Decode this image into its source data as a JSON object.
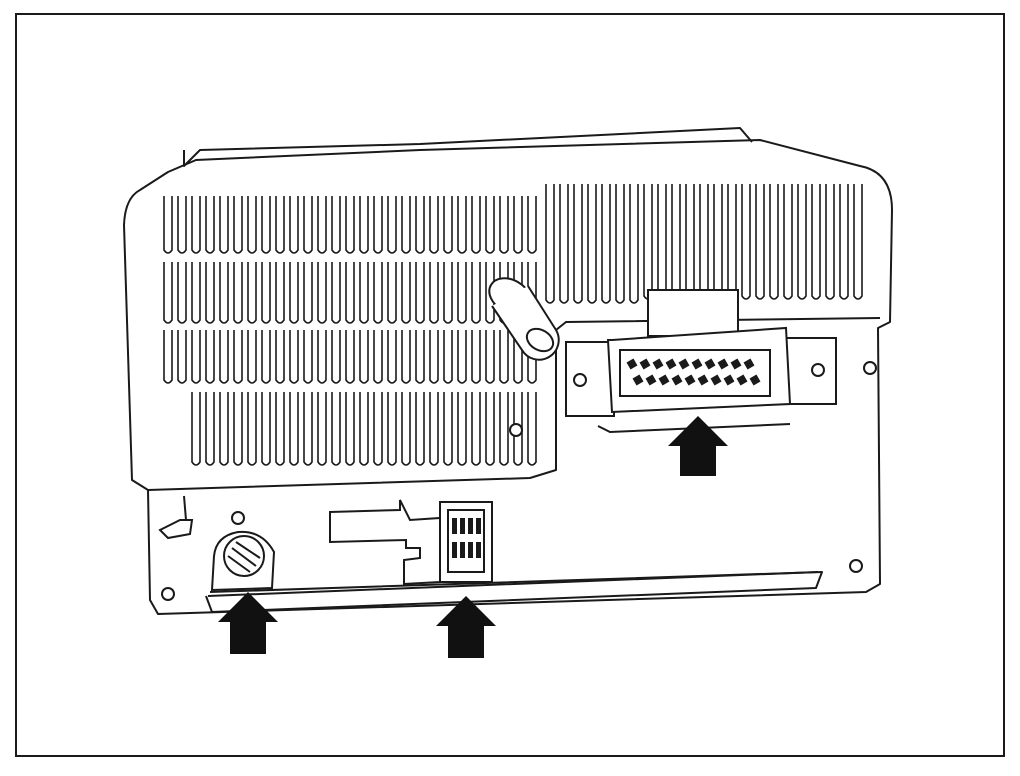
{
  "figure": {
    "subject": "rear-panel-line-drawing",
    "stroke_color": "#1a1a1a",
    "background_color": "#ffffff",
    "arrow_color": "#111111",
    "callouts": [
      {
        "name": "scart-connector",
        "icon": "arrow-up-icon"
      },
      {
        "name": "antenna-connector",
        "icon": "arrow-up-icon"
      },
      {
        "name": "iso-connector",
        "icon": "arrow-up-icon"
      }
    ]
  }
}
